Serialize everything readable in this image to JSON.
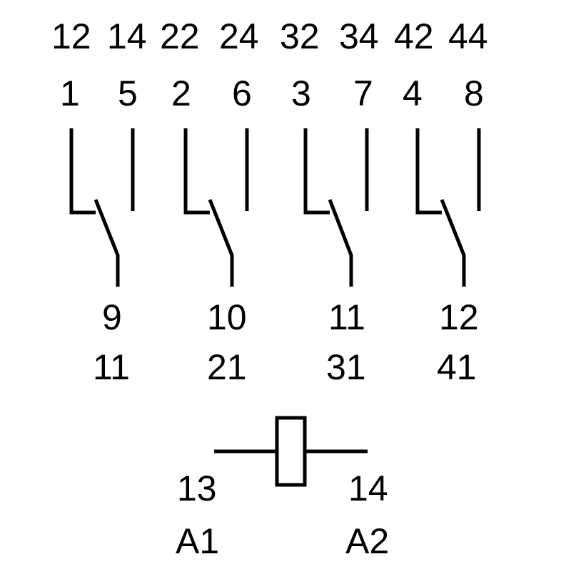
{
  "diagram": {
    "type": "relay-contact-schematic",
    "line_color": "#000000",
    "background": "#ffffff",
    "contacts": [
      {
        "nc_label_iec": "12",
        "no_label_iec": "14",
        "nc_label": "1",
        "no_label": "5",
        "common_label": "9",
        "common_label_iec": "11"
      },
      {
        "nc_label_iec": "22",
        "no_label_iec": "24",
        "nc_label": "2",
        "no_label": "6",
        "common_label": "10",
        "common_label_iec": "21"
      },
      {
        "nc_label_iec": "32",
        "no_label_iec": "34",
        "nc_label": "3",
        "no_label": "7",
        "common_label": "11",
        "common_label_iec": "31"
      },
      {
        "nc_label_iec": "42",
        "no_label_iec": "44",
        "nc_label": "4",
        "no_label": "8",
        "common_label": "12",
        "common_label_iec": "41"
      }
    ],
    "coil": {
      "left_num": "13",
      "right_num": "14",
      "left_label": "A1",
      "right_label": "A2"
    }
  }
}
